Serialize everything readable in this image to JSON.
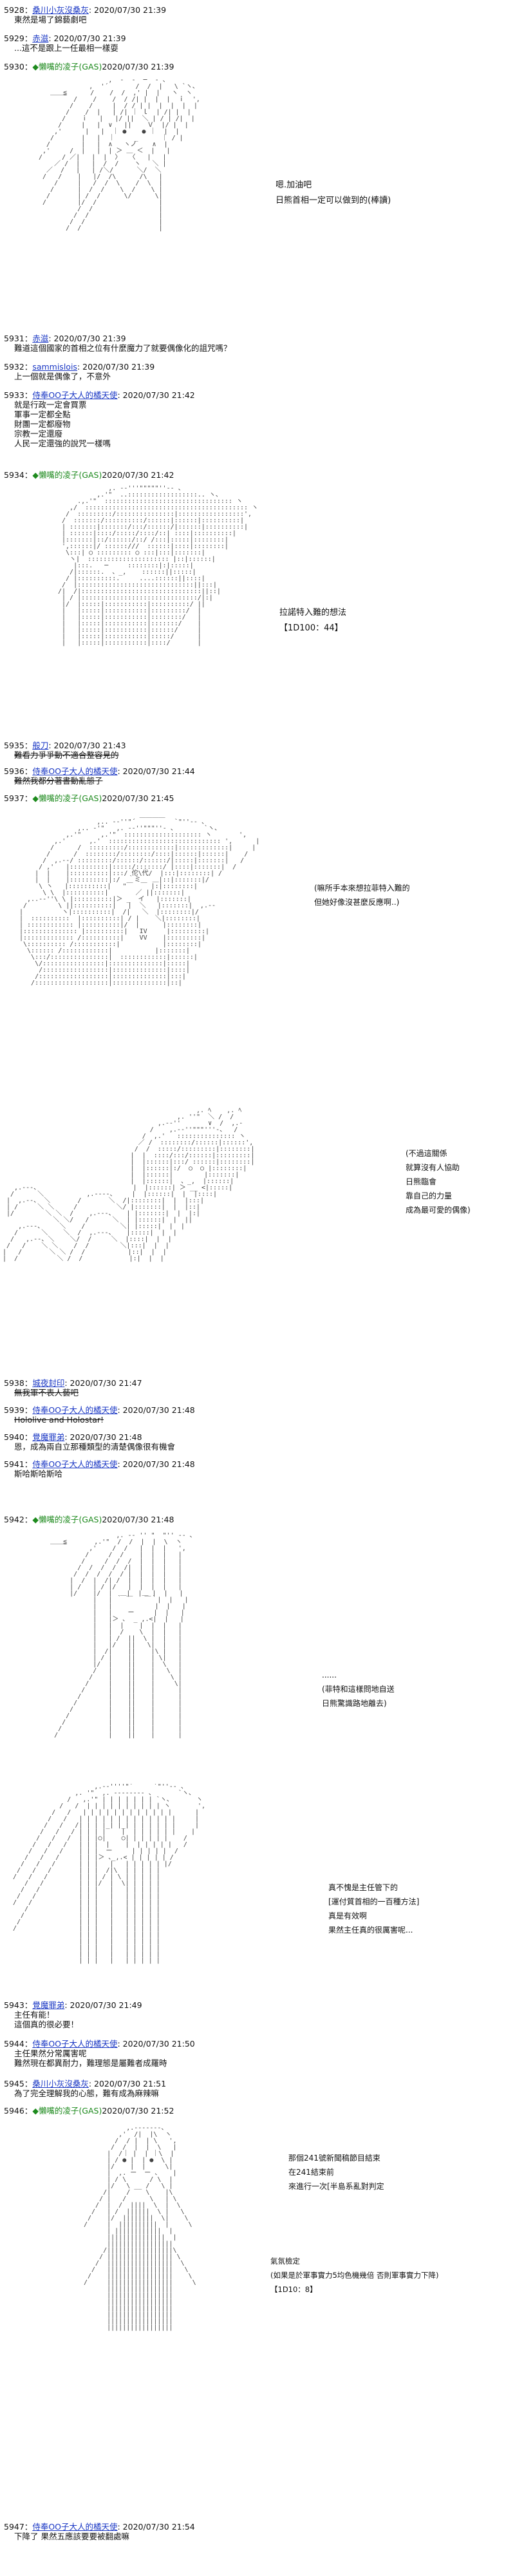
{
  "posts": [
    {
      "num": "5928：",
      "name": "桑川小灰沒桑灰",
      "date": ": 2020/07/30 21:39",
      "lines": [
        "東然是場了錦藝劇吧"
      ]
    },
    {
      "num": "5929：",
      "name": "赤滋",
      "date": ": 2020/07/30 21:39",
      "lines": [
        "...這不是跟上一任最相一樣耍"
      ]
    },
    {
      "num": "5930：",
      "name": "◆懶嘴的凌子(GAS)",
      "date": "2020/07/30 21:39",
      "lines": []
    },
    {
      "num": "5931：",
      "name": "赤滋",
      "date": ": 2020/07/30 21:39",
      "lines": [
        "難道這個國家的首相之位有什麼魔力了就要偶像化的詛咒嗎？"
      ]
    },
    {
      "num": "5932：",
      "name": "sammislois",
      "date": ": 2020/07/30 21:39",
      "lines": [
        "上一個就是偶像了，不意外"
      ]
    },
    {
      "num": "5933：",
      "name": "侍奉OO子大人的橘天使",
      "date": ": 2020/07/30 21:42",
      "lines": [
        "就是行政一定會買票",
        "軍事一定都全點",
        "財團一定都廢物",
        "宗教一定還廢",
        "人民一定還強的說咒一樣嗎"
      ]
    },
    {
      "num": "5934：",
      "name": "◆懶嘴的凌子(GAS)",
      "date": "2020/07/30 21:42",
      "lines": []
    },
    {
      "num": "5935：",
      "name": "般刀",
      "date": ": 2020/07/30 21:43",
      "lines": [
        "難看力爭爭動不適合整容見的"
      ]
    },
    {
      "num": "5936：",
      "name": "侍奉OO子大人的橘天使",
      "date": ": 2020/07/30 21:44",
      "lines": [
        "難然我都分著書動亂態子"
      ]
    },
    {
      "num": "5937：",
      "name": "◆懶嘴的凌子(GAS)",
      "date": "2020/07/30 21:45",
      "lines": []
    },
    {
      "num": "5938：",
      "name": "城夜封印",
      "date": ": 2020/07/30 21:47",
      "lines": [
        "無我軍不表人藝吧"
      ]
    },
    {
      "num": "5939：",
      "name": "侍奉OO子大人的橘天使",
      "date": ": 2020/07/30 21:48",
      "lines": [
        "Hololive and Holostar!"
      ]
    },
    {
      "num": "5940：",
      "name": "覺魔罪弟",
      "date": ": 2020/07/30 21:48",
      "lines": [
        "恩，成為兩自立那種類型的清楚偶像很有機會"
      ]
    },
    {
      "num": "5941：",
      "name": "侍奉OO子大人的橘天使",
      "date": ": 2020/07/30 21:48",
      "lines": [
        "斯哈斯哈斯哈"
      ]
    },
    {
      "num": "5942：",
      "name": "◆懶嘴的凌子(GAS)",
      "date": "2020/07/30 21:48",
      "lines": []
    },
    {
      "num": "5943：",
      "name": "覺魔罪弟",
      "date": ": 2020/07/30 21:49",
      "lines": [
        "主任有能！",
        "這個真的很必要！"
      ]
    },
    {
      "num": "5944：",
      "name": "侍奉OO子大人的橘天使",
      "date": ": 2020/07/30 21:50",
      "lines": [
        "主任果然分常厲害呢",
        "難然現在都異耐力，難理態是屬難者成羅時"
      ]
    },
    {
      "num": "5945：",
      "name": "桑川小灰沒桑灰",
      "date": ": 2020/07/30 21:51",
      "lines": [
        "為了完全理解我的心態，難有成為麻辣嘛"
      ]
    },
    {
      "num": "5946：",
      "name": "◆懶嘴的凌子(GAS)",
      "date": "2020/07/30 21:52",
      "lines": []
    },
    {
      "num": "5947：",
      "name": "侍奉OO子大人的橘天使",
      "date": ": 2020/07/30 21:54",
      "lines": [
        "下降了 果然五應該要要被翻處嘛"
      ]
    }
  ],
  "speech": {
    "s5930": [
      "嗯.加油吧",
      "日熊首相一定可以做到的(棒讀)"
    ],
    "s5934": [
      "拉諾特入難的想法",
      "【1D100：44】"
    ],
    "s5937a": [
      "(嘛所手本來想拉菲特入難的",
      "但她好像沒甚麼反應啊..)"
    ],
    "s5937b": [
      "(不過這關係",
      "就算沒有人協助",
      "日熊臨會",
      "靠自己的力量",
      "成為最可愛的偶像)"
    ],
    "s5942a": [
      "......",
      "(菲特和這樣問地自送",
      "日熊驚識路地離去)"
    ],
    "s5942b": [
      "真不愧是主任管下的",
      "[運付質首相的一百種方法]",
      "真是有效啊",
      "果然主任真的很厲害呢..."
    ],
    "s5946a": [
      "那個241號新聞稿節目結束",
      "在241結束前",
      "來進行一次[半島系亂對判定"
    ],
    "s5946b": [
      "氣氛檢定",
      "(如果是於軍事實力5均色機幾倍 否則軍事實力下降)",
      "【1D10：8】"
    ]
  }
}
